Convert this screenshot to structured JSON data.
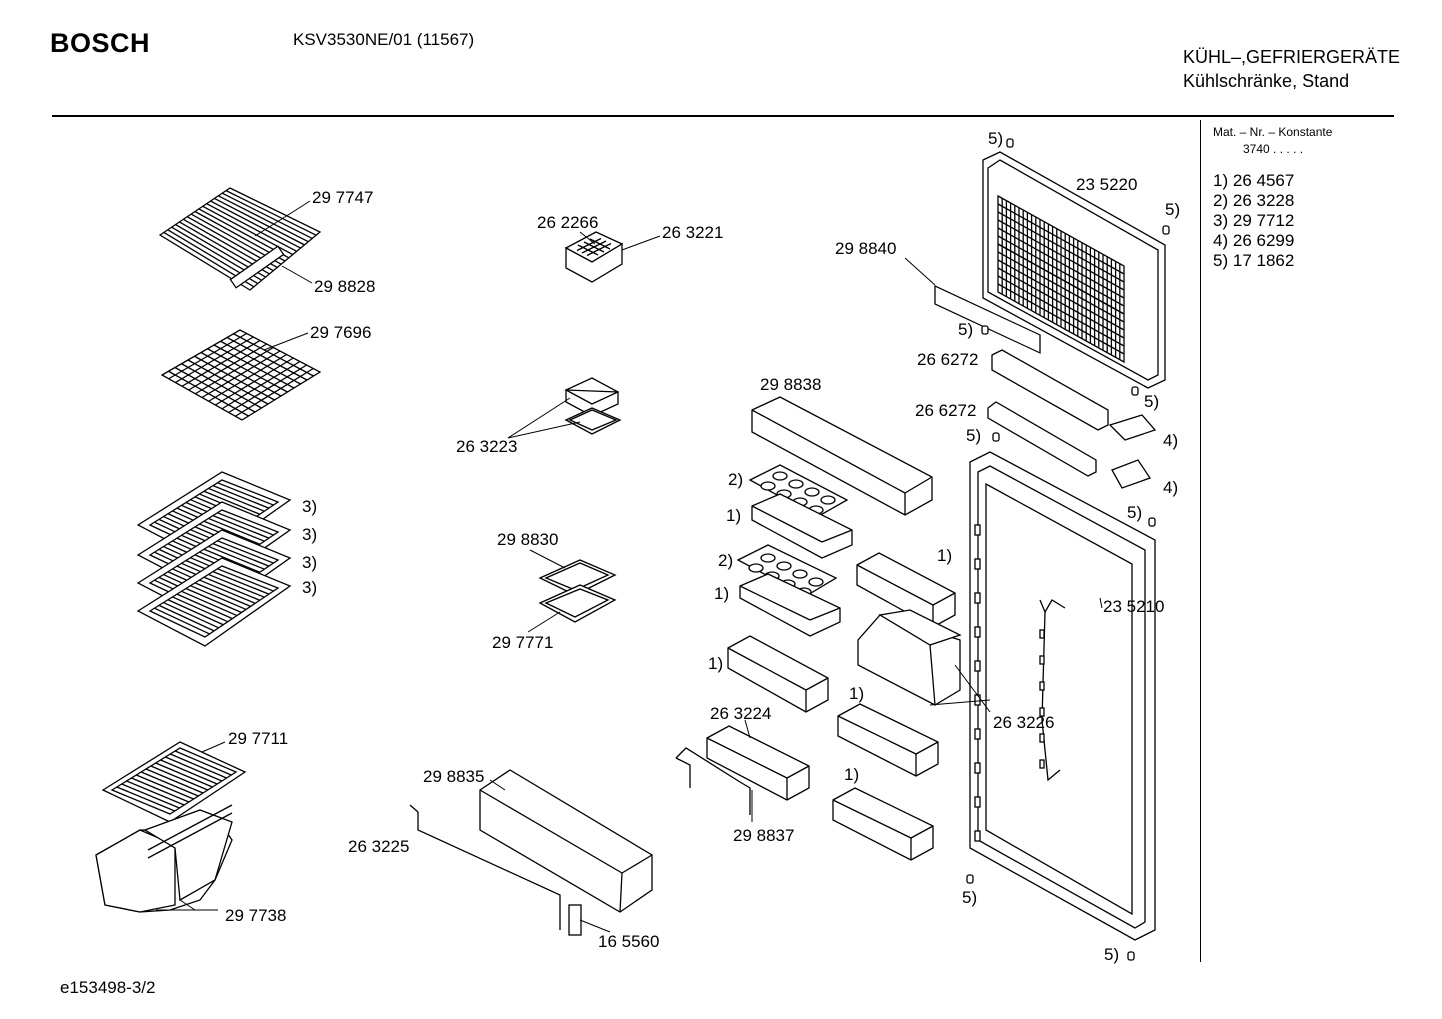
{
  "header": {
    "brand": "BOSCH",
    "model": "KSV3530NE/01 (11567)",
    "category_line1": "KÜHL–,GEFRIERGERÄTE",
    "category_line2": "Kühlschränke, Stand"
  },
  "legend": {
    "heading": "Mat. – Nr. – Konstante",
    "code": "3740  .  .  .  .  .",
    "items": [
      {
        "key": "1)",
        "part": "26 4567"
      },
      {
        "key": "2)",
        "part": "26 3228"
      },
      {
        "key": "3)",
        "part": "29 7712"
      },
      {
        "key": "4)",
        "part": "26 6299"
      },
      {
        "key": "5)",
        "part": "17 1862"
      }
    ]
  },
  "footer": {
    "ref": "e153498-3/2"
  },
  "callouts": [
    "29 7747",
    "29 8828",
    "29 7696",
    "3)",
    "3)",
    "3)",
    "3)",
    "29 7711",
    "29 7738",
    "26 2266",
    "26 3221",
    "26 3223",
    "29 8830",
    "29 7771",
    "29 8835",
    "26 3225",
    "16 5560",
    "29 8838",
    "2)",
    "1)",
    "2)",
    "1)",
    "1)",
    "26 3224",
    "29 8837",
    "1)",
    "1)",
    "1)",
    "29 8840",
    "5)",
    "26 6272",
    "26 6272",
    "5)",
    "23 5220",
    "5)",
    "5)",
    "5)",
    "4)",
    "4)",
    "5)",
    "23 5210",
    "26 3226",
    "5)",
    "5)"
  ]
}
